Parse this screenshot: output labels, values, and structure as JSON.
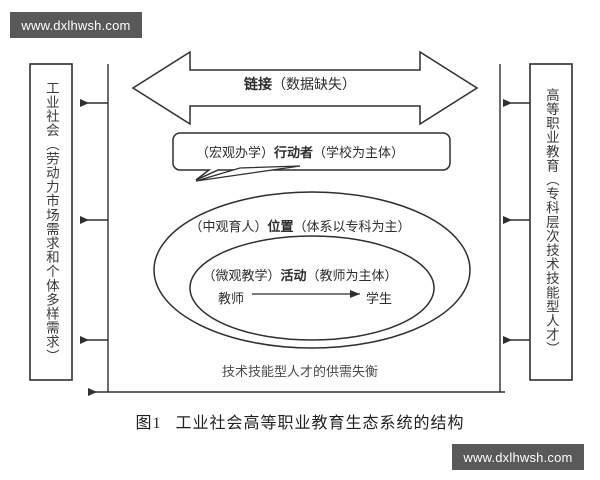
{
  "figure": {
    "caption_number": "图1",
    "caption_text": "工业社会高等职业教育生态系统的结构"
  },
  "watermarks": {
    "top": "www.dxlhwsh.com",
    "bottom": "www.dxlhwsh.com"
  },
  "left_box": {
    "label": "工业社会（劳动力市场需求和个体多样需求）"
  },
  "right_box": {
    "label": "高等职业教育（专科层次技术技能型人才）"
  },
  "link_arrow": {
    "bold": "链接",
    "rest": "（数据缺失）"
  },
  "callout": {
    "prefix": "（宏观办学）",
    "bold": "行动者",
    "suffix": "（学校为主体）"
  },
  "outer_ellipse": {
    "prefix": "（中观育人）",
    "bold": "位置",
    "suffix": "（体系以专科为主）"
  },
  "inner_ellipse": {
    "prefix": "（微观教学）",
    "bold": "活动",
    "suffix": "（教师为主体）",
    "from_label": "教师",
    "to_label": "学生"
  },
  "bottom_flow": {
    "label": "技术技能型人才的供需失衡"
  },
  "colors": {
    "stroke": "#2f2f2f",
    "thin_stroke": "#3a3a3a",
    "watermark_bg": "#595959",
    "watermark_text": "#ffffff",
    "background": "#ffffff"
  }
}
